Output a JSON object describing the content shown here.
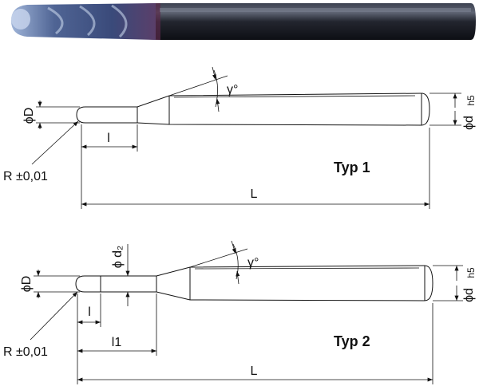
{
  "colors": {
    "line": "#111111",
    "tool_body_dark": "#1b1f2a",
    "tool_coating": "#3a4a7a",
    "tool_tip_highlight": "#9fb4d8",
    "background": "#ffffff"
  },
  "typ1": {
    "title": "Typ 1",
    "label_phiD": "ϕD",
    "label_phid": "ϕd",
    "label_h5": "h5",
    "label_gamma": "γ°",
    "label_l": "l",
    "label_L": "L",
    "label_R": "R ±0,01"
  },
  "typ2": {
    "title": "Typ 2",
    "label_phiD": "ϕD",
    "label_phid2": "ϕ d₂",
    "label_phid": "ϕd",
    "label_h5": "h5",
    "label_gamma": "γ°",
    "label_l": "l",
    "label_l1": "l1",
    "label_L": "L",
    "label_R": "R ±0,01"
  }
}
